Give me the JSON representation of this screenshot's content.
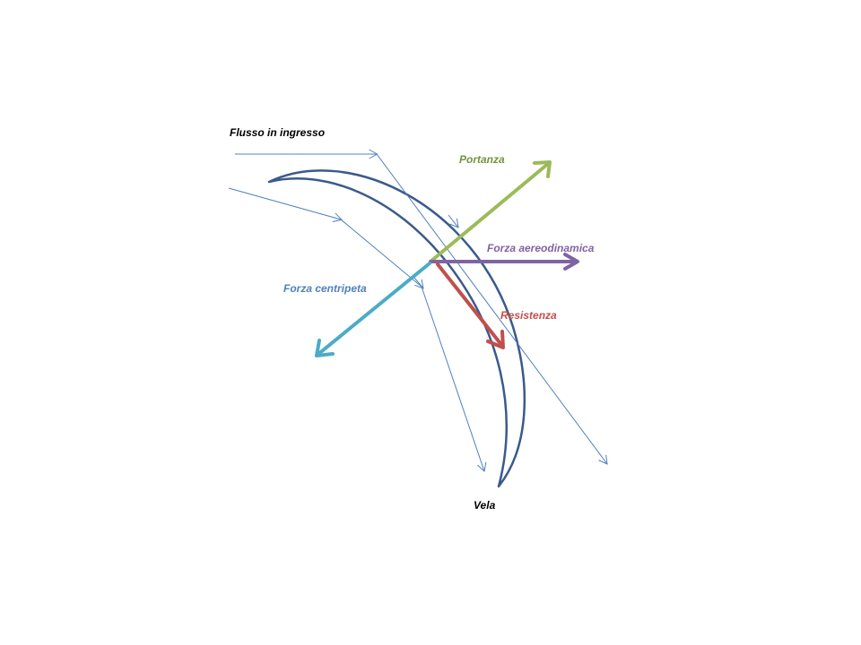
{
  "labels": {
    "flow_in": "Flusso in ingresso",
    "lift": "Portanza",
    "aero_force": "Forza aereodinamica",
    "centripetal": "Forza centripeta",
    "drag": "Resistenza",
    "sail": "Vela"
  },
  "colors": {
    "sail_outline": "#3a5a8c",
    "flow_lines": "#4f81bd",
    "lift": "#9bbb59",
    "aero_force": "#8064a2",
    "centripetal": "#4bacc6",
    "drag": "#c0504d",
    "label_text": "#000000"
  }
}
